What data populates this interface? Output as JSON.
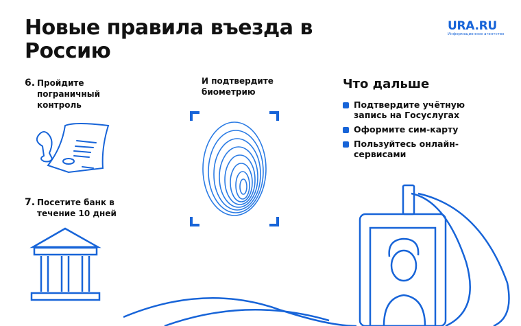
{
  "title": "Новые правила въезда в Россию",
  "logo": {
    "name": "URA.RU",
    "tagline": "Информационное агентство"
  },
  "steps": [
    {
      "num": "6.",
      "text": "Пройдите пограничный контроль"
    },
    {
      "num": "7.",
      "text": "Посетите банк в течение 10 дней"
    }
  ],
  "biometrics": "И подтвердите биометрию",
  "next": {
    "title": "Что дальше",
    "items": [
      "Подтвердите учётную запись на Госуслугах",
      "Оформите сим-карту",
      "Пользуйтесь онлайн-сервисами"
    ]
  },
  "colors": {
    "accent": "#1764d8"
  }
}
